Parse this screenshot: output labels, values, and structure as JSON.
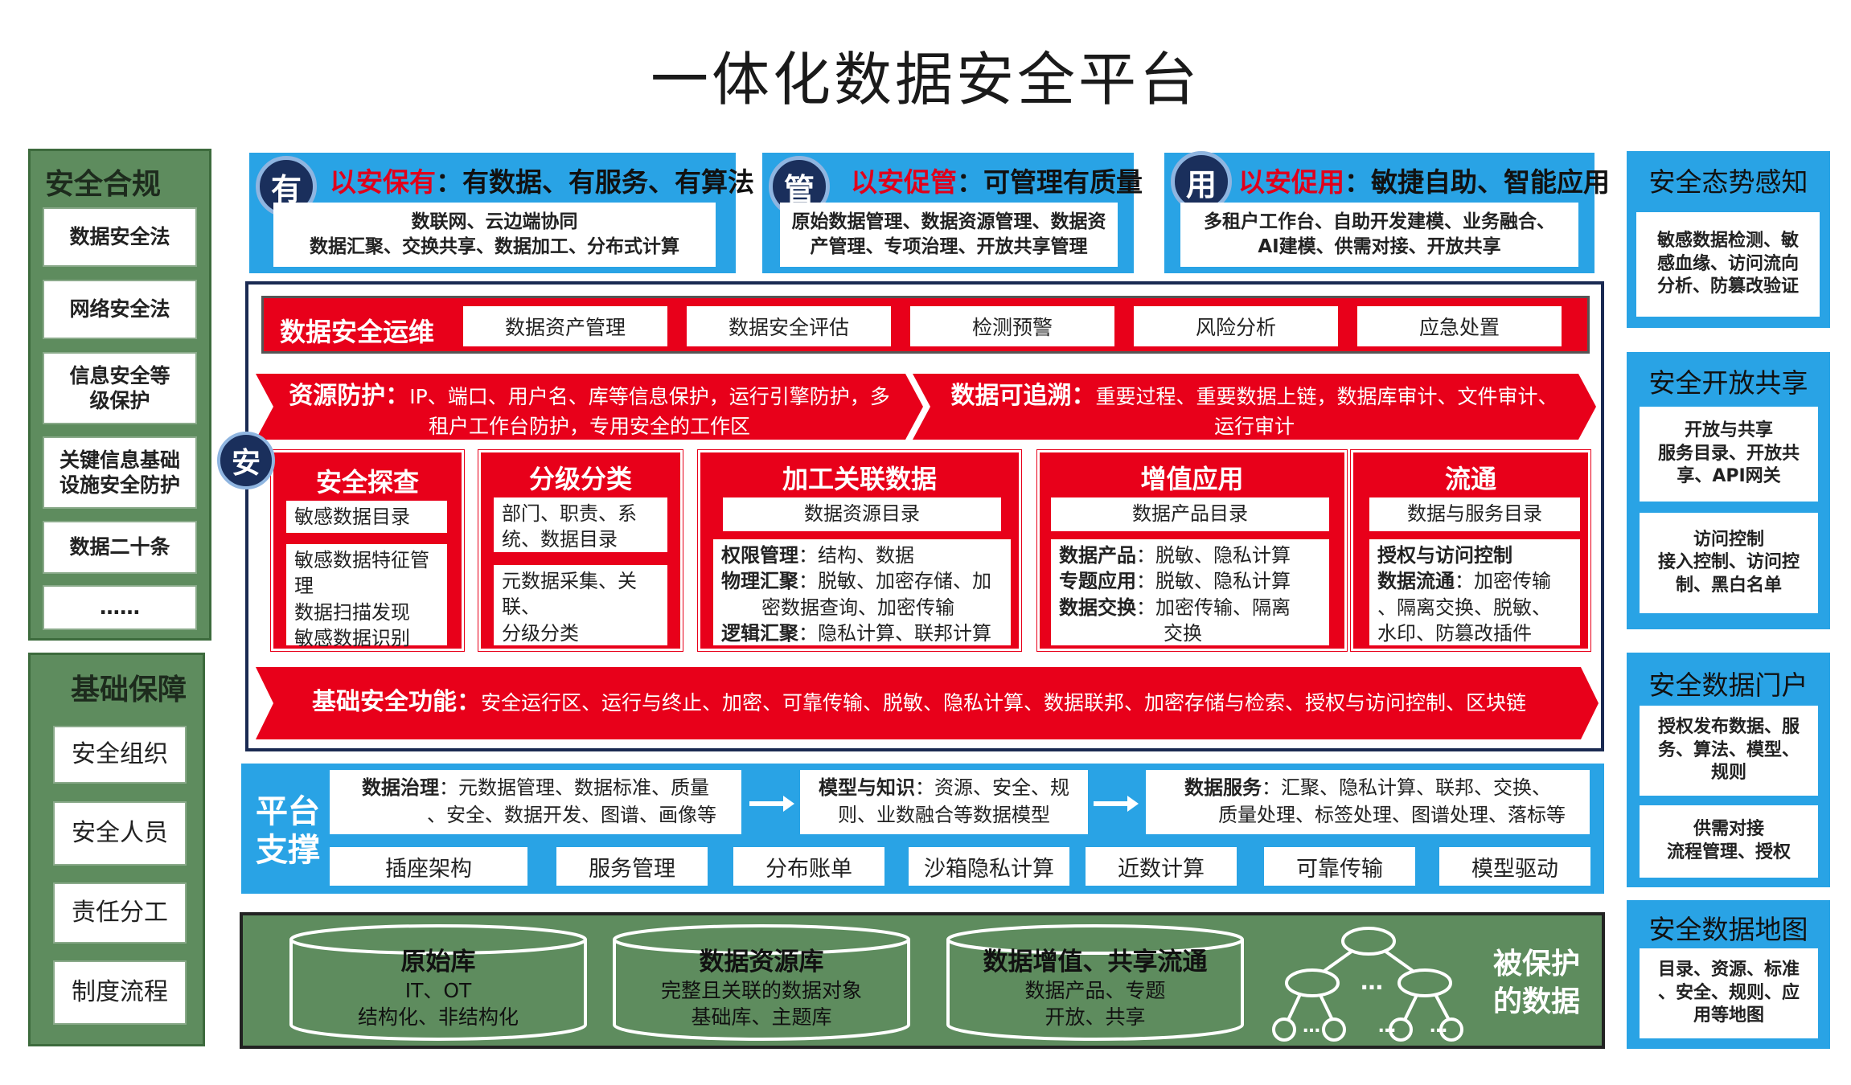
{
  "title": "一体化数据安全平台",
  "compliance": {
    "title": "安全合规",
    "items": [
      "数据安全法",
      "网络安全法",
      "信息安全等级保护",
      "关键信息基础设施安全防护",
      "数据二十条",
      "……"
    ]
  },
  "foundation": {
    "title": "基础保障",
    "items": [
      "安全组织",
      "安全人员",
      "责任分工",
      "制度流程"
    ]
  },
  "top": [
    {
      "icon": "有",
      "red": "以安保有",
      "rest": "：有数据、有服务、有算法",
      "line1": "数联网、云边端协同",
      "line2": "数据汇聚、交换共享、数据加工、分布式计算"
    },
    {
      "icon": "管",
      "red": "以安促管",
      "rest": "：可管理有质量",
      "line1": "原始数据管理、数据资源管理、数据资",
      "line2": "产管理、专项治理、开放共享管理"
    },
    {
      "icon": "用",
      "red": "以安促用",
      "rest": "：敏捷自助、智能应用",
      "line1": "多租户工作台、自助开发建模、业务融合、",
      "line2": "AI建模、供需对接、开放共享"
    }
  ],
  "ops": {
    "title": "数据安全运维",
    "items": [
      "数据资产管理",
      "数据安全评估",
      "检测预警",
      "风险分析",
      "应急处置"
    ]
  },
  "resource": {
    "label": "资源防护：",
    "line1": "IP、端口、用户名、库等信息保护，运行引擎防护，多",
    "line2": "租户工作台防护，专用安全的工作区"
  },
  "trace": {
    "label": "数据可追溯：",
    "line1": "重要过程、重要数据上链，数据库审计、文件审计、",
    "line2": "运行审计"
  },
  "an": "安",
  "cols": {
    "explore": {
      "title": "安全探查",
      "box1": "敏感数据目录",
      "box2": [
        "敏感数据特征管",
        "理",
        "数据扫描发现",
        "敏感数据识别"
      ]
    },
    "classify": {
      "title": "分级分类",
      "box1": [
        "部门、职责、系",
        "统、数据目录"
      ],
      "box2": [
        "元数据采集、关",
        "联、",
        "分级分类"
      ]
    },
    "process": {
      "title": "加工关联数据",
      "box1": "数据资源目录",
      "l1b": "权限管理",
      "l1": "：结构、数据",
      "l2b": "物理汇聚",
      "l2": "：脱敏、加密存储、加",
      "l3": "密数据查询、加密传输",
      "l4b": "逻辑汇聚",
      "l4": "：隐私计算、联邦计算"
    },
    "value": {
      "title": "增值应用",
      "box1": "数据产品目录",
      "l1b": "数据产品",
      "l1": "：脱敏、隐私计算",
      "l2b": "专题应用",
      "l2": "：脱敏、隐私计算",
      "l3b": "数据交换",
      "l3": "：加密传输、隔离",
      "l4": "交换"
    },
    "flow": {
      "title": "流通",
      "box1": "数据与服务目录",
      "l1b": "授权与访问控制",
      "l2b": "数据流通",
      "l2": "：加密传输",
      "l3": "、隔离交换、脱敏、",
      "l4": "水印、防篡改插件"
    }
  },
  "basic": {
    "label": "基础安全功能：",
    "text": "安全运行区、运行与终止、加密、可靠传输、脱敏、隐私计算、数据联邦、加密存储与检索、授权与访问控制、区块链"
  },
  "platform": {
    "title1": "平台",
    "title2": "支撑",
    "gov": {
      "b": "数据治理",
      "l1": "：元数据管理、数据标准、质量",
      "l2": "、安全、数据开发、图谱、画像等"
    },
    "model": {
      "b": "模型与知识",
      "l1": "：资源、安全、规",
      "l2": "则、业数融合等数据模型"
    },
    "service": {
      "b": "数据服务",
      "l1": "：汇聚、隐私计算、联邦、交换、",
      "l2": "质量处理、标签处理、图谱处理、落标等"
    },
    "items": [
      "插座架构",
      "服务管理",
      "分布账单",
      "沙箱隐私计算",
      "近数计算",
      "可靠传输",
      "模型驱动"
    ]
  },
  "protected": {
    "label1": "被保护",
    "label2": "的数据",
    "cyl": [
      {
        "title": "原始库",
        "l1": "IT、OT",
        "l2": "结构化、非结构化"
      },
      {
        "title": "数据资源库",
        "l1": "完整且关联的数据对象",
        "l2": "基础库、主题库"
      },
      {
        "title": "数据增值、共享流通",
        "l1": "数据产品、专题",
        "l2": "开放、共享"
      }
    ],
    "tree_dots": "…"
  },
  "right": [
    {
      "title": "安全态势感知",
      "body": [
        "敏感数据检测、敏",
        "感血缘、访问流向",
        "分析、防篡改验证"
      ]
    },
    {
      "title": "安全开放共享",
      "b1": [
        "开放与共享",
        "服务目录、开放共",
        "享、API网关"
      ],
      "b2": [
        "访问控制",
        "接入控制、访问控",
        "制、黑白名单"
      ]
    },
    {
      "title": "安全数据门户",
      "b1": [
        "授权发布数据、服",
        "务、算法、模型、",
        "规则"
      ],
      "b2": [
        "供需对接",
        "流程管理、授权"
      ]
    },
    {
      "title": "安全数据地图",
      "body": [
        "目录、资源、标准",
        "、安全、规则、应",
        "用等地图"
      ]
    }
  ],
  "colors": {
    "red": "#e8001a",
    "blue": "#29a3e5",
    "navy": "#1a2a52",
    "green": "#5e8c5e"
  }
}
